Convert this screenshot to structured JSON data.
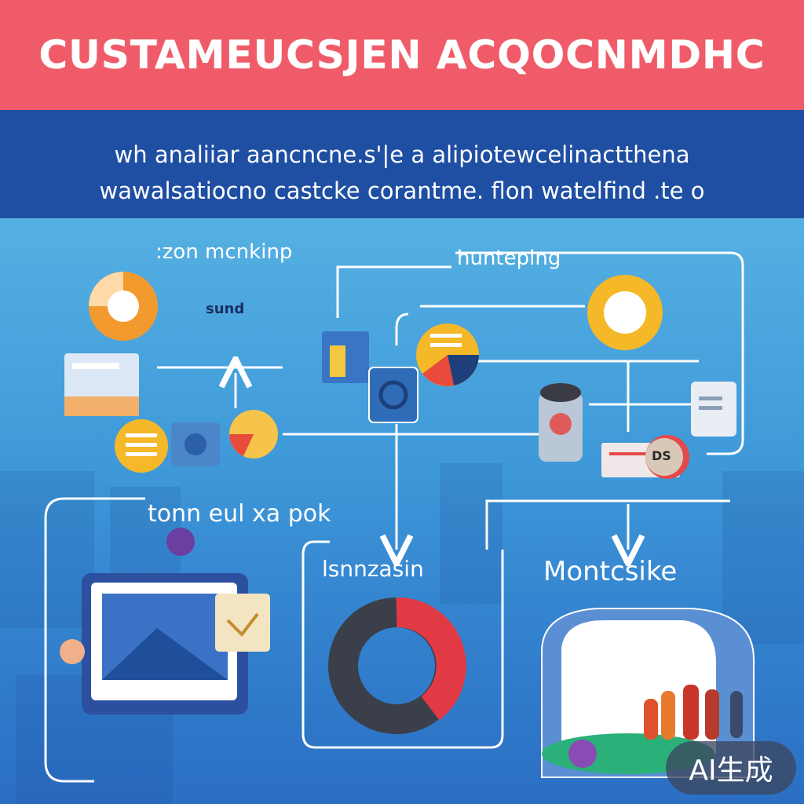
{
  "header": {
    "title": "CUSTAMEUCSJEN ACQOCNMDHC",
    "subtitle_line1": "wh analiiar aancncne.s'|e a alipiotewcelinactthena",
    "subtitle_line2": "wawalsatiocno castcke corantme. flon watelfind .te o"
  },
  "labels": {
    "top_left": ":zon mcnkinp",
    "top_left_small": "sund",
    "top_right": "hunteping",
    "stage_left": "tonn eul xa pok",
    "stage_middle": "lsnnzasin",
    "stage_right": "Montcsike",
    "fancy_badge": "DS"
  },
  "watermark": "AI生成",
  "colors": {
    "title_bar": "#ef5b68",
    "subtitle_bar": "#1f4fa3",
    "accent_yellow": "#f5b828",
    "accent_red": "#e84a3c",
    "donut_red": "#e23a45",
    "donut_dark": "#3a3f4a"
  },
  "icons": [
    "pie-chart-icon-orange",
    "card-icon",
    "document-icon",
    "camera-icon",
    "pie-chart-icon-red",
    "clipboard-icon",
    "gear-icon",
    "pie-chart-icon-yellow",
    "target-icon",
    "jar-icon",
    "envelope-icon",
    "ticket-icon",
    "donut-chart",
    "people-icon"
  ]
}
